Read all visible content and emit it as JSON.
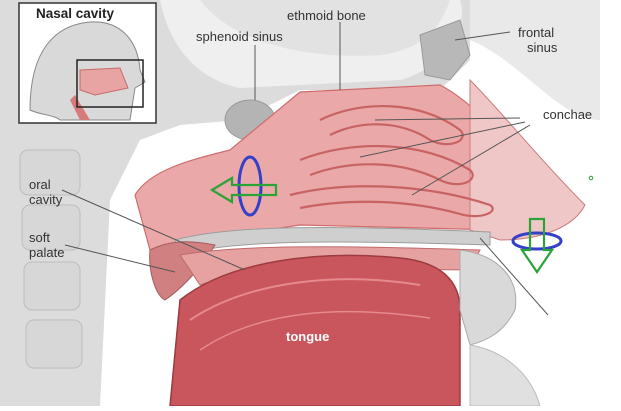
{
  "inset": {
    "title": "Nasal cavity"
  },
  "labels": {
    "sphenoid_sinus": "sphenoid sinus",
    "ethmoid_bone": "ethmoid bone",
    "frontal_sinus_1": "frontal",
    "frontal_sinus_2": "sinus",
    "conchae": "conchae",
    "oral_cavity_1": "oral",
    "oral_cavity_2": "cavity",
    "soft_palate_1": "soft",
    "soft_palate_2": "palate",
    "tongue": "tongue"
  },
  "colors": {
    "tissue": "#e7a0a0",
    "tissue_dark": "#c8585f",
    "bone": "#cfcfcf",
    "bone_light": "#e6e6e6",
    "marker_green": "#2aa339",
    "marker_blue": "#3440c8"
  }
}
